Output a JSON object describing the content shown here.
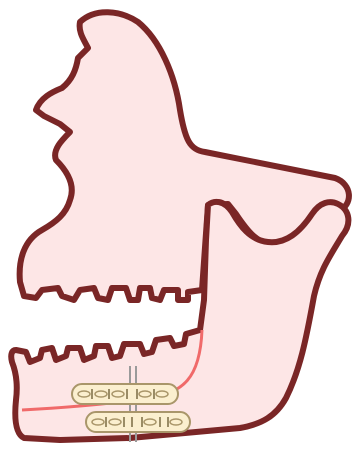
{
  "diagram": {
    "subject": "jaw-skull-lateral-view",
    "parts": [
      "skull-maxilla",
      "mandible",
      "nerve-canal",
      "fixation-plate-upper",
      "fixation-plate-lower",
      "osteotomy-line"
    ],
    "colors": {
      "outline": "#7a2626",
      "bone_fill": "#fde6e6",
      "nerve": "#f06a6a",
      "plate_fill": "#fbefcf",
      "plate_stroke": "#a9966a",
      "cut_line": "#9a9a9a"
    }
  }
}
